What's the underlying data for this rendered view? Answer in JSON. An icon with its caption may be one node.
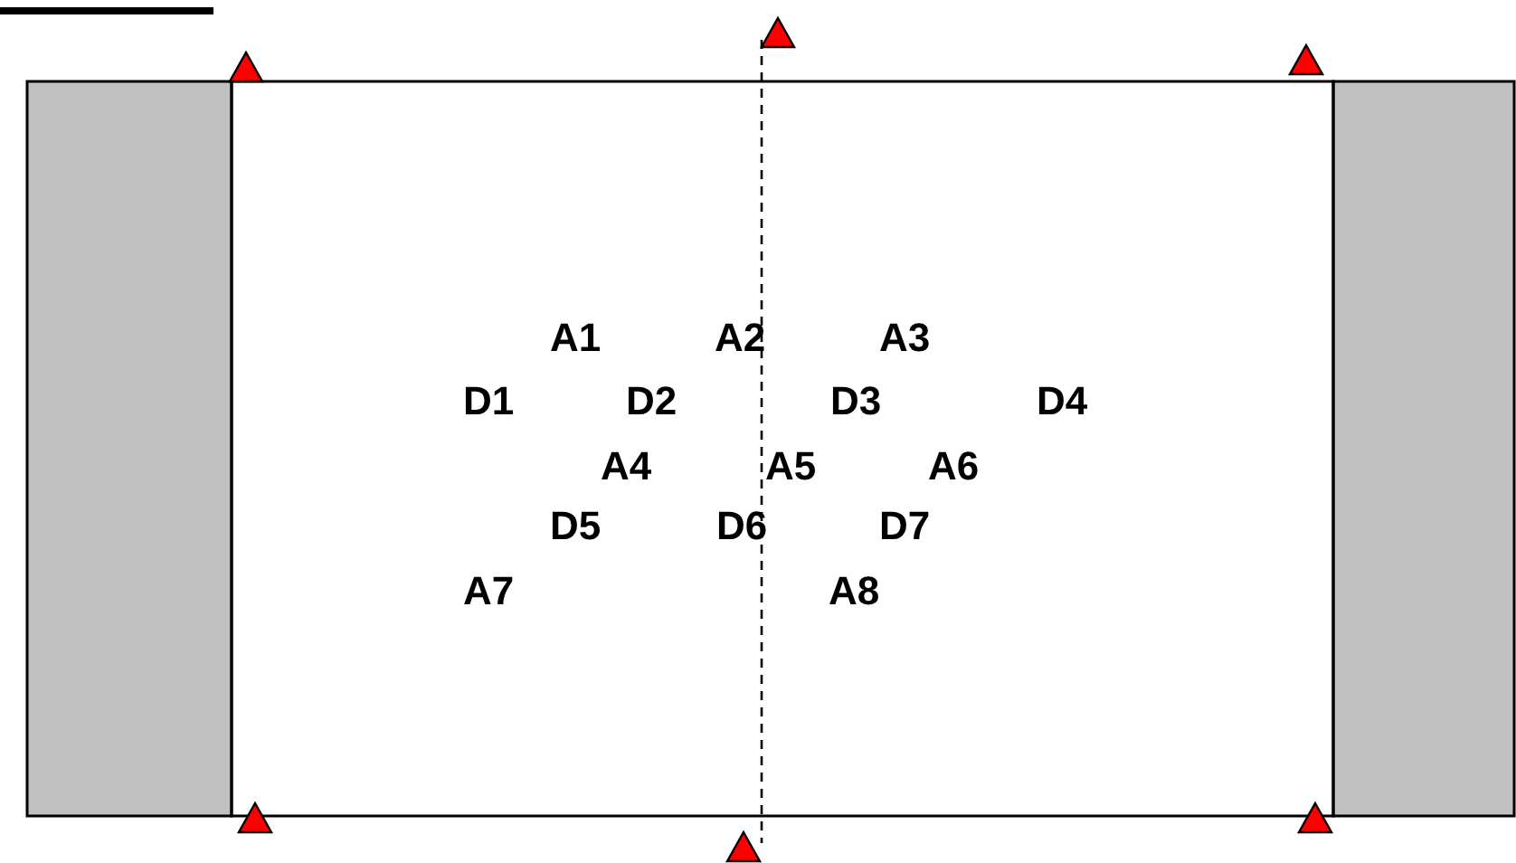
{
  "diagram": {
    "labels": [
      "A1",
      "A2",
      "A3",
      "D1",
      "D2",
      "D3",
      "D4",
      "A4",
      "A5",
      "A6",
      "D5",
      "D6",
      "D7",
      "A7",
      "A8"
    ]
  }
}
